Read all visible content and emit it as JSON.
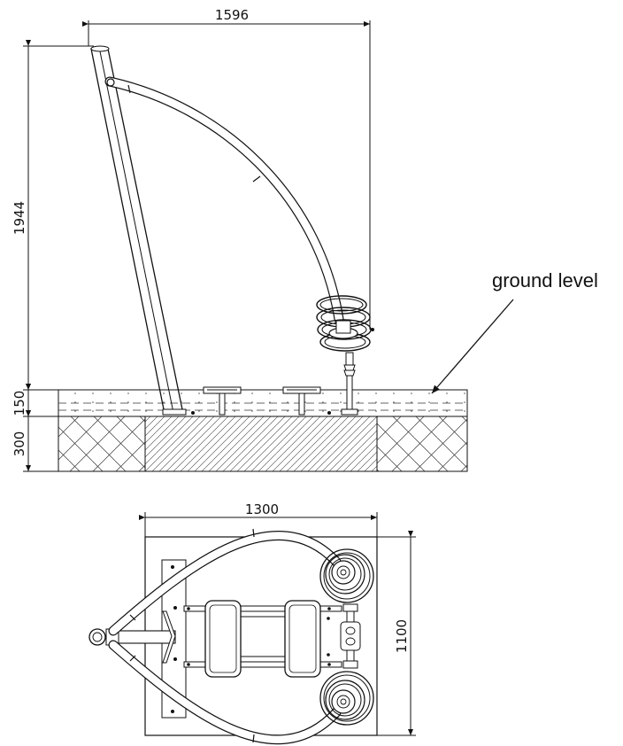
{
  "dimensions": {
    "width_top": "1596",
    "height_total": "1944",
    "height_150": "150",
    "height_300": "300",
    "width_bottom": "1300",
    "depth_bottom": "1100"
  },
  "annotation": {
    "ground_label": "ground level"
  }
}
